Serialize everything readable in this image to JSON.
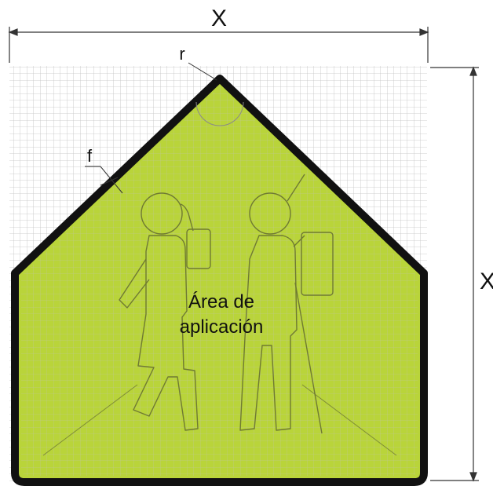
{
  "labels": {
    "width": "X",
    "height": "X",
    "radius": "r",
    "frame": "f",
    "area_line1": "Área de",
    "area_line2": "aplicación"
  },
  "colors": {
    "sign_fill": "#b9d43a",
    "border": "#111111",
    "grid": "#bdbdbd",
    "figure_outline": "#6f7a33",
    "dimension_line": "#333333"
  },
  "icons": {
    "pictogram": "school-children-crossing-icon"
  }
}
